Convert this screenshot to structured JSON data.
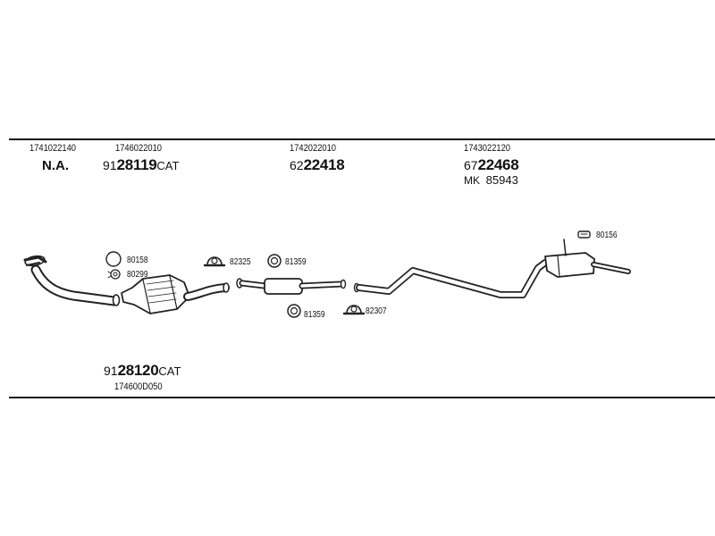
{
  "header": {
    "col1": {
      "oe": "1741022140",
      "main": "N.A."
    },
    "col2": {
      "oe": "1746022010",
      "prefix": "91",
      "number": "28119",
      "suffix": "CAT"
    },
    "col3": {
      "oe": "1742022010",
      "prefix": "62",
      "number": "22418"
    },
    "col4": {
      "oe": "1743022120",
      "prefix": "67",
      "number": "22468",
      "mk_prefix": "MK",
      "mk_number": "85943"
    }
  },
  "footer": {
    "prefix": "91",
    "number": "28120",
    "suffix": "CAT",
    "oe": "174600D050"
  },
  "parts": {
    "p80158": "80158",
    "p80299": "80299",
    "p82325": "82325",
    "p81359a": "81359",
    "p81359b": "81359",
    "p82307": "82307",
    "p80156": "80156"
  }
}
